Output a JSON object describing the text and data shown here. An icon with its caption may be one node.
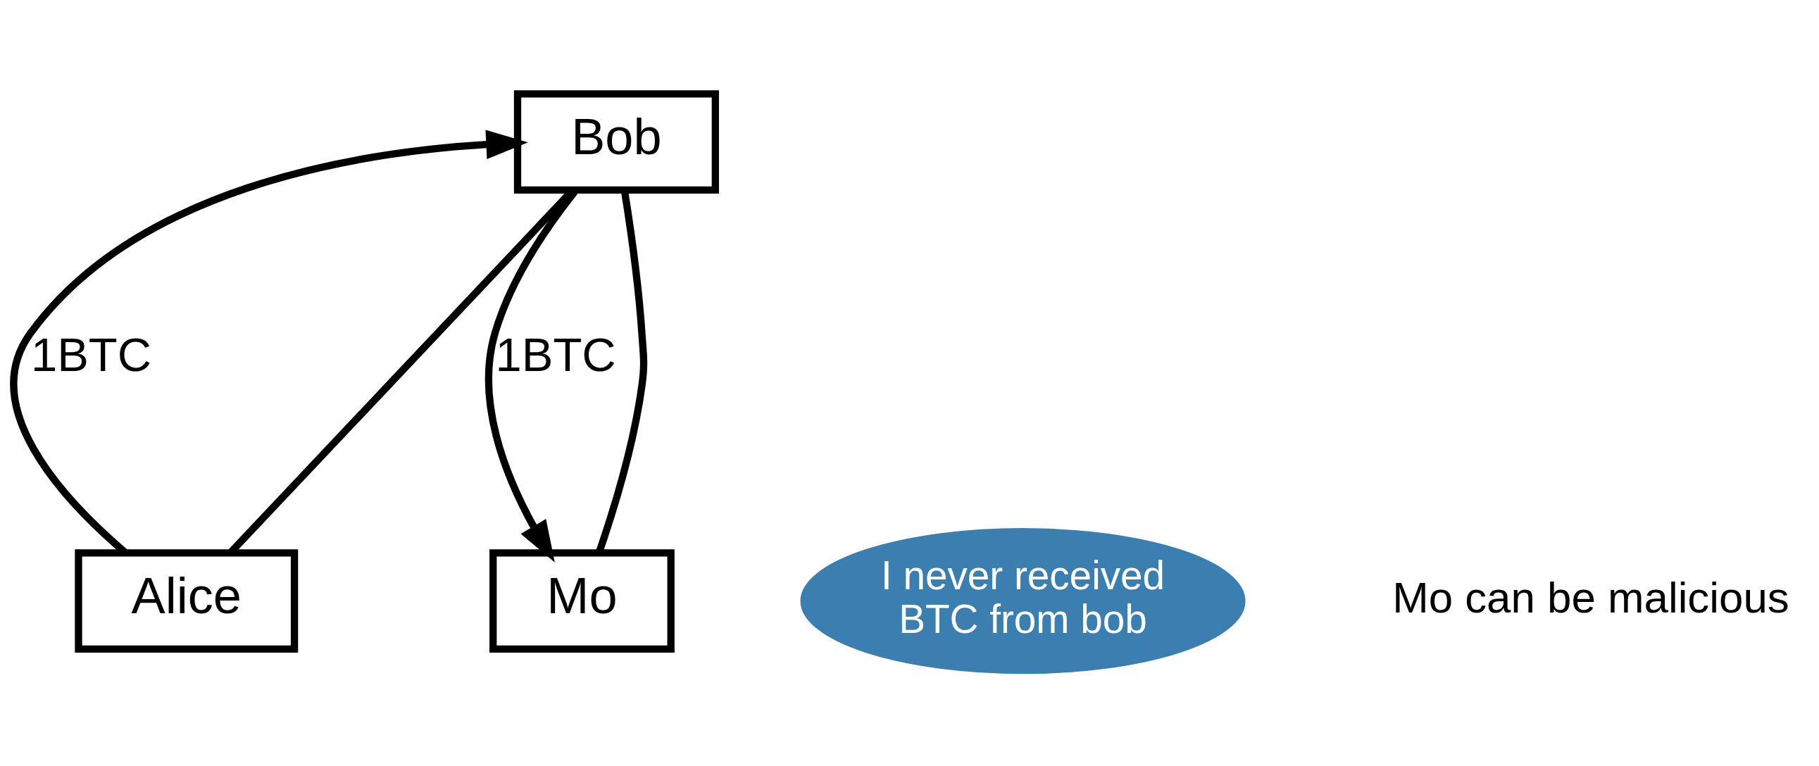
{
  "diagram": {
    "nodes": [
      {
        "text": [
          "Alice"
        ]
      },
      {
        "text": [
          "Bob"
        ]
      },
      {
        "text": [
          "Mo"
        ]
      },
      {
        "text": [
          "I never received BTC from bob"
        ]
      }
    ],
    "edges": [
      {
        "from": 0,
        "to": 1,
        "arrow": "to",
        "label": "1BTC"
      },
      {
        "from": 0,
        "to": 1,
        "arrow": "none"
      },
      {
        "from": 1,
        "to": 2,
        "arrow": "to",
        "label": "1BTC"
      },
      {
        "from": 1,
        "to": 2,
        "arrow": "none"
      }
    ],
    "labels": [
      "Mo can be malicious"
    ]
  }
}
